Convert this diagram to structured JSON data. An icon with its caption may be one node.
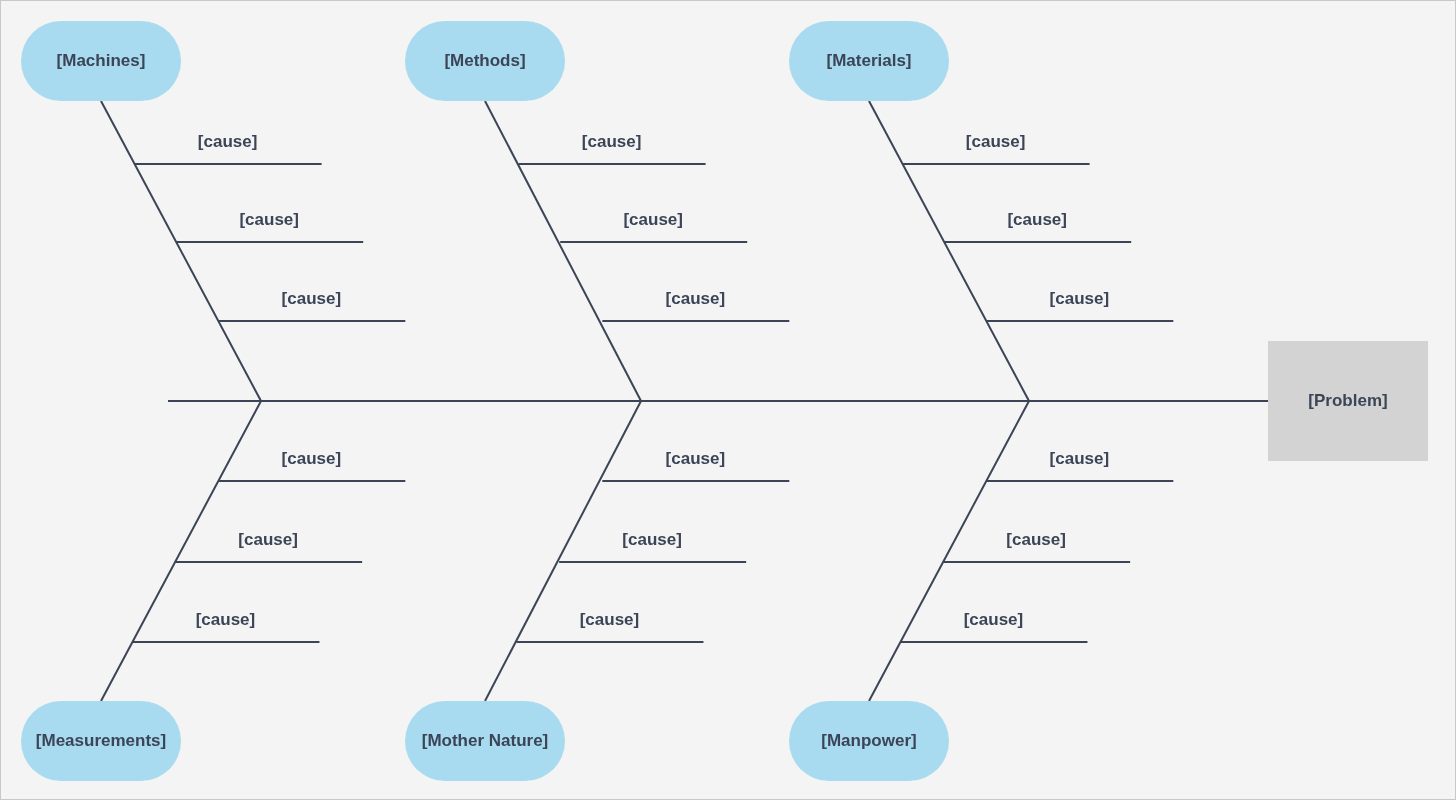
{
  "diagram": {
    "nodes": [
      {
        "text": [
          "[Machines]"
        ]
      },
      {
        "text": [
          "[Methods]"
        ]
      },
      {
        "text": [
          "[Materials]"
        ]
      },
      {
        "text": [
          "[Measurements]"
        ]
      },
      {
        "text": [
          "[Mother Nature]"
        ]
      },
      {
        "text": [
          "[Manpower]"
        ]
      },
      {
        "text": [
          "[Problem]"
        ]
      }
    ],
    "edges": [
      {
        "from": 0,
        "to": null,
        "arrow": "none"
      },
      {
        "from": 1,
        "to": null,
        "arrow": "none"
      },
      {
        "from": 2,
        "to": null,
        "arrow": "none"
      },
      {
        "from": 3,
        "to": null,
        "arrow": "none"
      },
      {
        "from": 4,
        "to": null,
        "arrow": "none"
      },
      {
        "from": 5,
        "to": null,
        "arrow": "none"
      },
      {
        "from": null,
        "to": 6,
        "arrow": "none"
      }
    ],
    "labels": [
      "[cause]",
      "[cause]",
      "[cause]",
      "[cause]",
      "[cause]",
      "[cause]",
      "[cause]",
      "[cause]",
      "[cause]",
      "[cause]",
      "[cause]",
      "[cause]",
      "[cause]",
      "[cause]",
      "[cause]",
      "[cause]",
      "[cause]",
      "[cause]"
    ]
  }
}
